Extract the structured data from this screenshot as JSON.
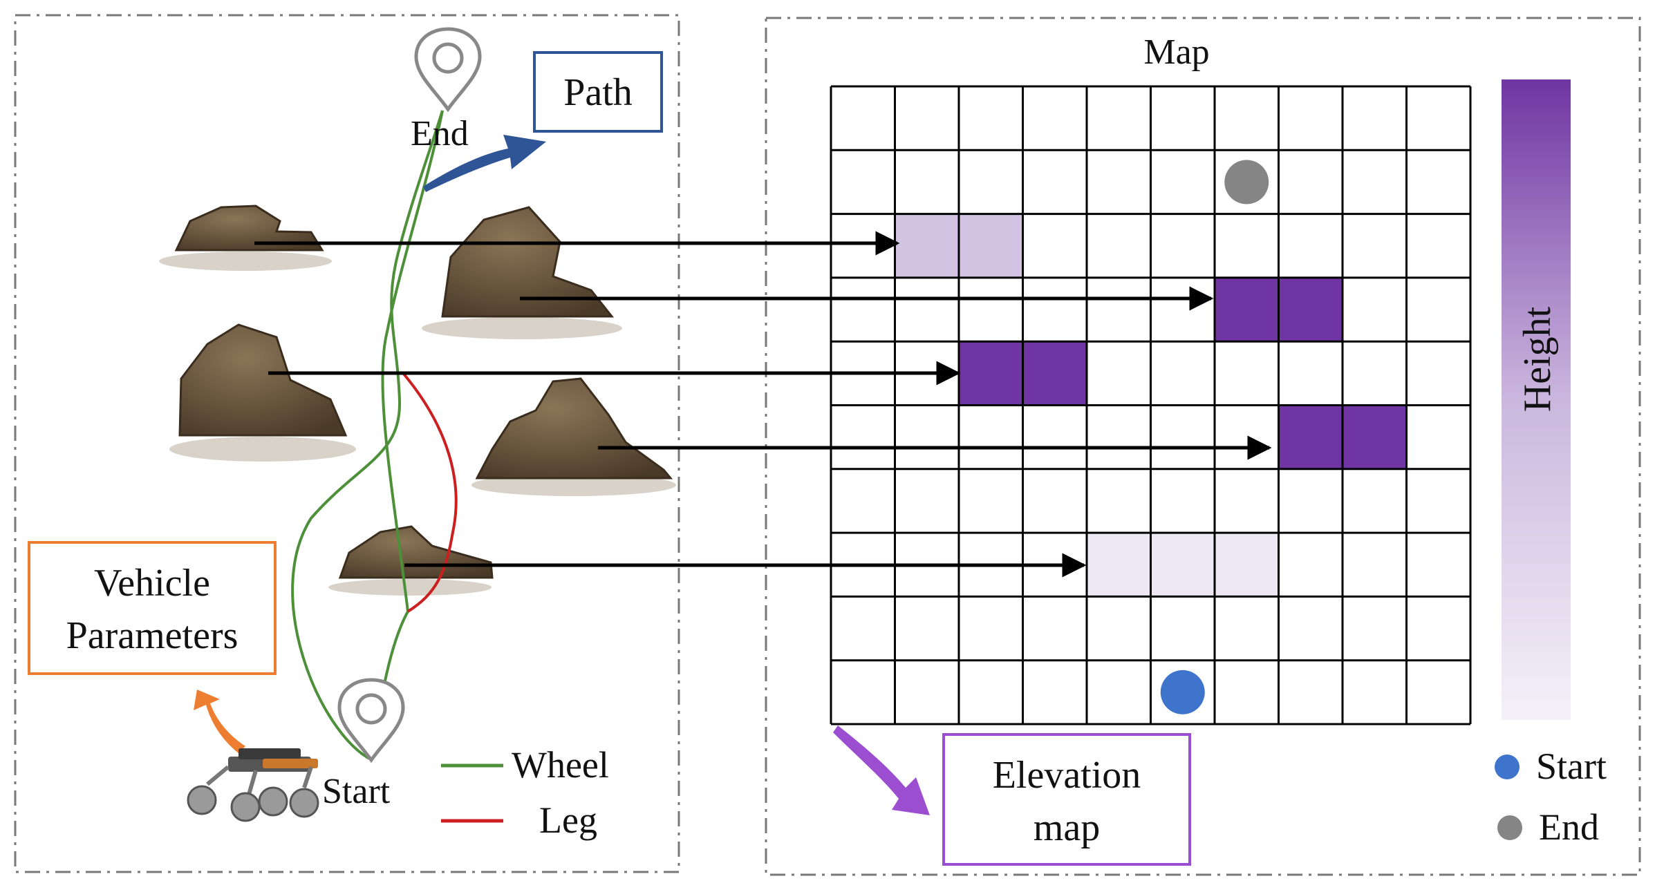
{
  "left_panel": {
    "path_label": "Path",
    "end_label": "End",
    "start_label": "Start",
    "vehicle_label_line1": "Vehicle",
    "vehicle_label_line2": "Parameters",
    "legend": {
      "wheel": "Wheel",
      "leg": "Leg"
    }
  },
  "right_panel": {
    "map_title": "Map",
    "height_label": "Height",
    "elevation_label_line1": "Elevation",
    "elevation_label_line2": "map",
    "legend": {
      "start": "Start",
      "end": "End"
    }
  },
  "grid": {
    "rows": 10,
    "cols": 10,
    "cells": [
      {
        "row": 2,
        "col": 1,
        "level": 0.3
      },
      {
        "row": 2,
        "col": 2,
        "level": 0.3
      },
      {
        "row": 3,
        "col": 6,
        "level": 1.0
      },
      {
        "row": 3,
        "col": 7,
        "level": 1.0
      },
      {
        "row": 4,
        "col": 2,
        "level": 1.0
      },
      {
        "row": 4,
        "col": 3,
        "level": 1.0
      },
      {
        "row": 5,
        "col": 7,
        "level": 1.0
      },
      {
        "row": 5,
        "col": 8,
        "level": 1.0
      },
      {
        "row": 7,
        "col": 4,
        "level": 0.12
      },
      {
        "row": 7,
        "col": 5,
        "level": 0.12
      },
      {
        "row": 7,
        "col": 6,
        "level": 0.12
      }
    ],
    "start": {
      "row": 9,
      "col": 5
    },
    "end": {
      "row": 1,
      "col": 6
    }
  },
  "colors": {
    "wheel": "#4e8f3a",
    "leg": "#cc1f1f",
    "start_dot": "#3f74cc",
    "end_dot": "#858585",
    "height_high": "#6f35a2",
    "path_box": "#2f5597",
    "vehicle_box": "#ed7d31",
    "elevation_box": "#9b4fd0"
  }
}
